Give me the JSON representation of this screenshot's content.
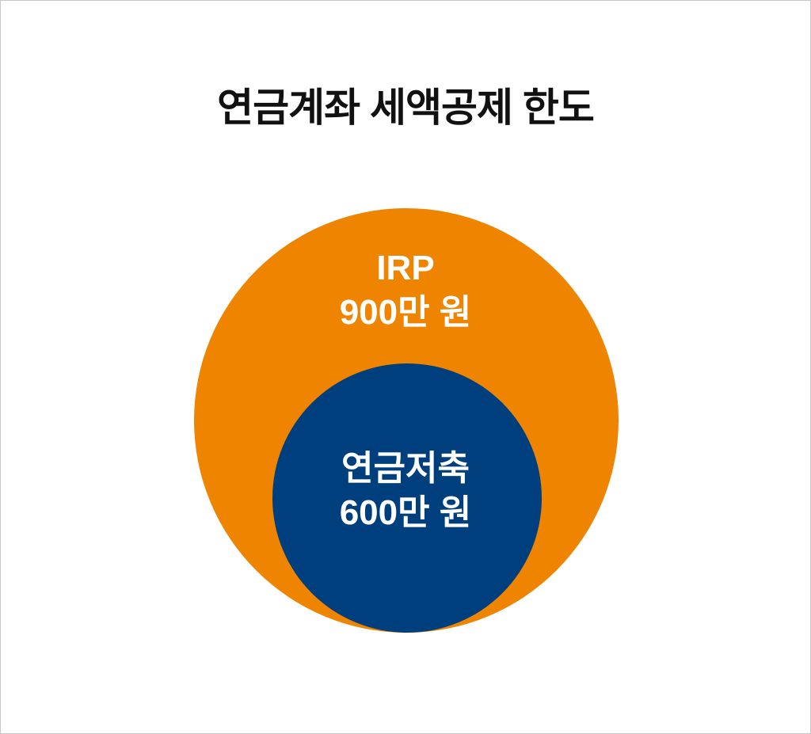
{
  "title": "연금계좌 세액공제 한도",
  "outer": {
    "name": "IRP",
    "amount": "900만 원",
    "color": "#EE8400"
  },
  "inner": {
    "name": "연금저축",
    "amount": "600만 원",
    "color": "#003F7D"
  }
}
